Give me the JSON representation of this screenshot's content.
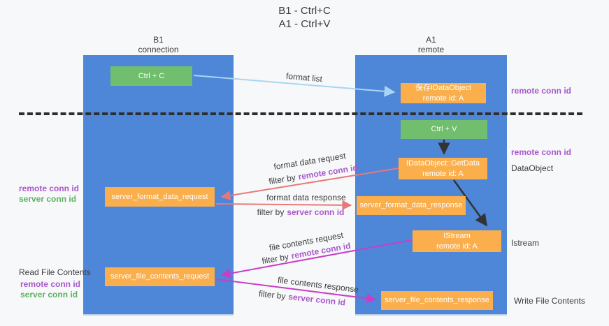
{
  "title": {
    "line1": "B1 - Ctrl+C",
    "line2": "A1 - Ctrl+V"
  },
  "columns": {
    "left": {
      "name": "B1",
      "role": "connection"
    },
    "right": {
      "name": "A1",
      "role": "remote"
    }
  },
  "nodes": {
    "ctrl_c": "Ctrl + C",
    "ctrl_v": "Ctrl + V",
    "save_dataobject": {
      "line1": "保存IDataObject",
      "line2": "remote id: A"
    },
    "getdata": {
      "line1": "IDataObject::GetData",
      "line2": "remote id: A"
    },
    "istream": {
      "line1": "IStream",
      "line2": "remote id: A"
    },
    "server_format_data_request": "server_format_data_request",
    "server_format_data_response": "server_format_data_response",
    "server_file_contents_request": "server_file_contents_request",
    "server_file_contents_response": "server_file_contents_response"
  },
  "flows": {
    "format_list": "format list",
    "format_data_request": "format data request",
    "format_data_response": "format data response",
    "file_contents_request": "file contents request",
    "file_contents_response": "file contents response",
    "filter_prefix": "filter by",
    "remote_conn_id": "remote conn id",
    "server_conn_id": "server conn id"
  },
  "side_labels": {
    "remote_conn_id": "remote conn id",
    "server_conn_id": "server conn id",
    "dataobject": "DataObject",
    "istream": "Istream",
    "read_file_contents": "Read File Contents",
    "write_file_contents": "Write File Contents"
  },
  "colors": {
    "column_blue": "#4E86D8",
    "box_orange": "#FAAE4C",
    "box_green": "#70BE6E",
    "purple_label": "#A958CC",
    "green_label": "#5CB260",
    "arrow_red": "#E87878",
    "arrow_magenta": "#C93EC9",
    "arrow_light_blue": "#A9D5F2",
    "arrow_black": "#333333"
  }
}
